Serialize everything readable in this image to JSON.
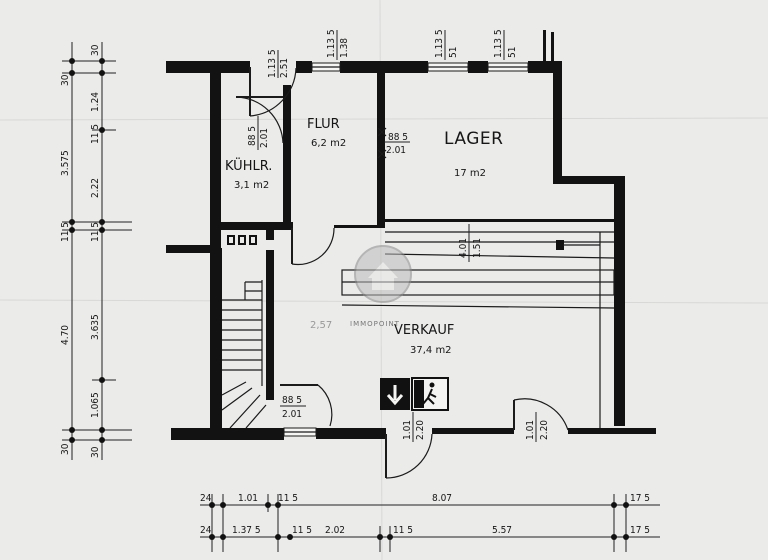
{
  "rooms": {
    "flur": {
      "label": "FLUR",
      "area": "6,2 m2"
    },
    "lager": {
      "label": "LAGER",
      "area": "17 m2"
    },
    "kuehl": {
      "label": "KÜHLR.",
      "area": "3,1 m2"
    },
    "verkauf": {
      "label": "VERKAUF",
      "area": "37,4 m2"
    }
  },
  "watermark": {
    "text": "IMMOPOINT"
  },
  "dims": {
    "left_outer": {
      "d30_top": "30",
      "d3575": "3.575",
      "d470": "4.70",
      "d30_bot": "30"
    },
    "left_inner": {
      "d30a": "30",
      "d124": "1.24",
      "d115a": "11 5",
      "d222": "2.22",
      "d115b": "11 5",
      "d115c": "11 5",
      "d3635": "3.635",
      "d1065": "1.065",
      "d30b": "30"
    },
    "windows": {
      "w1a": "1.13 5",
      "w1b": "2.51",
      "w2a": "1.13 5",
      "w2b": "1.38",
      "w3a": "1.13 5",
      "w3b": "51",
      "w4a": "1.13 5",
      "w4b": "51"
    },
    "doors": {
      "kuehl_a": "88 5",
      "kuehl_b": "2.01",
      "lager_a": "88 5",
      "lager_b": "2.01",
      "stair_a": "88 5",
      "stair_b": "2.01",
      "pass_a": "4.01",
      "pass_b": "1.51",
      "entry1_a": "1.01",
      "entry1_b": "2.20",
      "entry2_a": "1.01",
      "entry2_b": "2.20"
    },
    "bottom1": {
      "d24": "24",
      "d101": "1.01",
      "d115": "11 5",
      "d807": "8.07",
      "d175": "17 5"
    },
    "bottom2": {
      "d24": "24",
      "d1375": "1.37 5",
      "d115a": "11 5",
      "d202": "2.02",
      "d115b": "11 5",
      "d557": "5.57",
      "d175": "17 5"
    }
  },
  "paper_marks": {
    "pencil": "2,57"
  }
}
